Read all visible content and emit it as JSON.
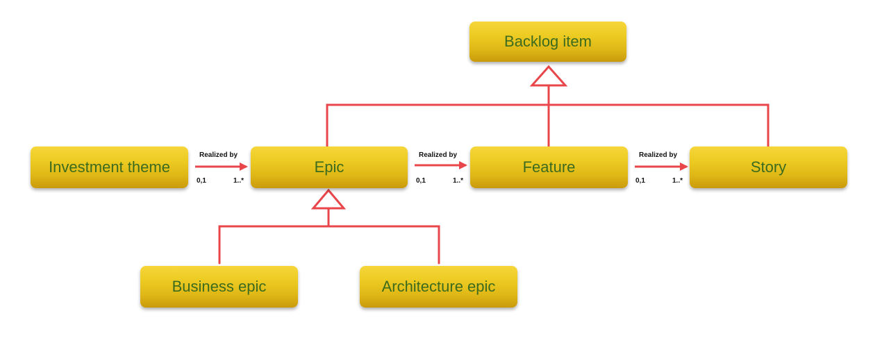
{
  "nodes": {
    "backlog_item": "Backlog item",
    "investment_theme": "Investment theme",
    "epic": "Epic",
    "feature": "Feature",
    "story": "Story",
    "business_epic": "Business epic",
    "architecture_epic": "Architecture epic"
  },
  "edges": [
    {
      "from": "Investment theme",
      "to": "Epic",
      "label": "Realized by",
      "source_multiplicity": "0,1",
      "target_multiplicity": "1..*"
    },
    {
      "from": "Epic",
      "to": "Feature",
      "label": "Realized by",
      "source_multiplicity": "0,1",
      "target_multiplicity": "1..*"
    },
    {
      "from": "Feature",
      "to": "Story",
      "label": "Realized by",
      "source_multiplicity": "0,1",
      "target_multiplicity": "1..*"
    }
  ],
  "generalizations": [
    {
      "parent": "Backlog item",
      "children": [
        "Epic",
        "Feature",
        "Story"
      ]
    },
    {
      "parent": "Epic",
      "children": [
        "Business epic",
        "Architecture epic"
      ]
    }
  ],
  "colors": {
    "box_fill": "#ecc922",
    "box_text": "#3d6b1e",
    "connector": "#e8464a"
  }
}
